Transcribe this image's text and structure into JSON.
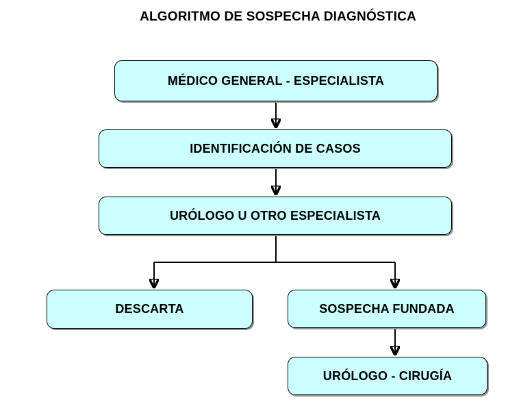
{
  "diagram_type": "flowchart",
  "title": "ALGORITMO DE SOSPECHA DIAGNÓSTICA",
  "colors": {
    "background": "#ffffff",
    "node_fill": "#ccffff",
    "node_border": "#000000",
    "node_shadow": "#8a9494",
    "connector": "#000000",
    "text": "#000000"
  },
  "nodes": [
    {
      "id": "medico-general-especialista",
      "label": "MÉDICO GENERAL - ESPECIALISTA"
    },
    {
      "id": "identificacion-de-casos",
      "label": "IDENTIFICACIÓN DE CASOS"
    },
    {
      "id": "urologo-u-otro-especialista",
      "label": "URÓLOGO U OTRO ESPECIALISTA"
    },
    {
      "id": "descarta",
      "label": "DESCARTA"
    },
    {
      "id": "sospecha-fundada",
      "label": "SOSPECHA FUNDADA"
    },
    {
      "id": "urologo-cirugia",
      "label": "URÓLOGO - CIRUGÍA"
    }
  ],
  "edges": [
    {
      "from": "medico-general-especialista",
      "to": "identificacion-de-casos"
    },
    {
      "from": "identificacion-de-casos",
      "to": "urologo-u-otro-especialista"
    },
    {
      "from": "urologo-u-otro-especialista",
      "to": "descarta"
    },
    {
      "from": "urologo-u-otro-especialista",
      "to": "sospecha-fundada"
    },
    {
      "from": "sospecha-fundada",
      "to": "urologo-cirugia"
    }
  ]
}
